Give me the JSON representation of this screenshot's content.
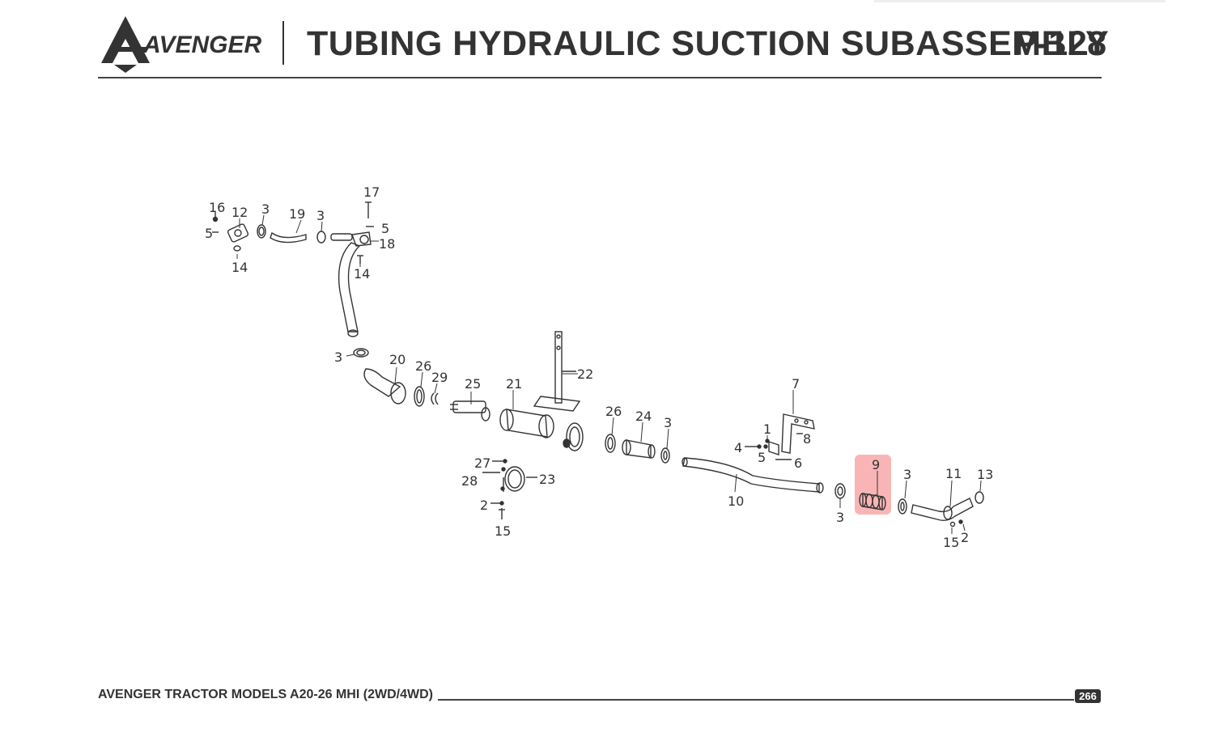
{
  "header": {
    "brand": "AVENGER",
    "title": "TUBING HYDRAULIC SUCTION SUBASSEMBLY",
    "page_code": "P-128"
  },
  "diagram": {
    "callouts": {
      "c16": "16",
      "c5a": "5",
      "c12": "12",
      "c3a": "3",
      "c14a": "14",
      "c19": "19",
      "c3b": "3",
      "c17": "17",
      "c5b": "5",
      "c18": "18",
      "c14b": "14",
      "c3c": "3",
      "c20": "20",
      "c26a": "26",
      "c29": "29",
      "c25": "25",
      "c21": "21",
      "c22": "22",
      "c27": "27",
      "c28": "28",
      "c23": "23",
      "c2a": "2",
      "c15a": "15",
      "c26b": "26",
      "c24": "24",
      "c3d": "3",
      "c7": "7",
      "c1": "1",
      "c8": "8",
      "c4": "4",
      "c5c": "5",
      "c6": "6",
      "c10": "10",
      "c9": "9",
      "c3e": "3",
      "c3f": "3",
      "c11": "11",
      "c13": "13",
      "c15b": "15",
      "c2b": "2"
    },
    "highlighted_part": "9",
    "highlight_color": "#f47878"
  },
  "footer": {
    "text": "AVENGER TRACTOR MODELS A20-26 MHI (2WD/4WD)",
    "page_number": "266"
  }
}
